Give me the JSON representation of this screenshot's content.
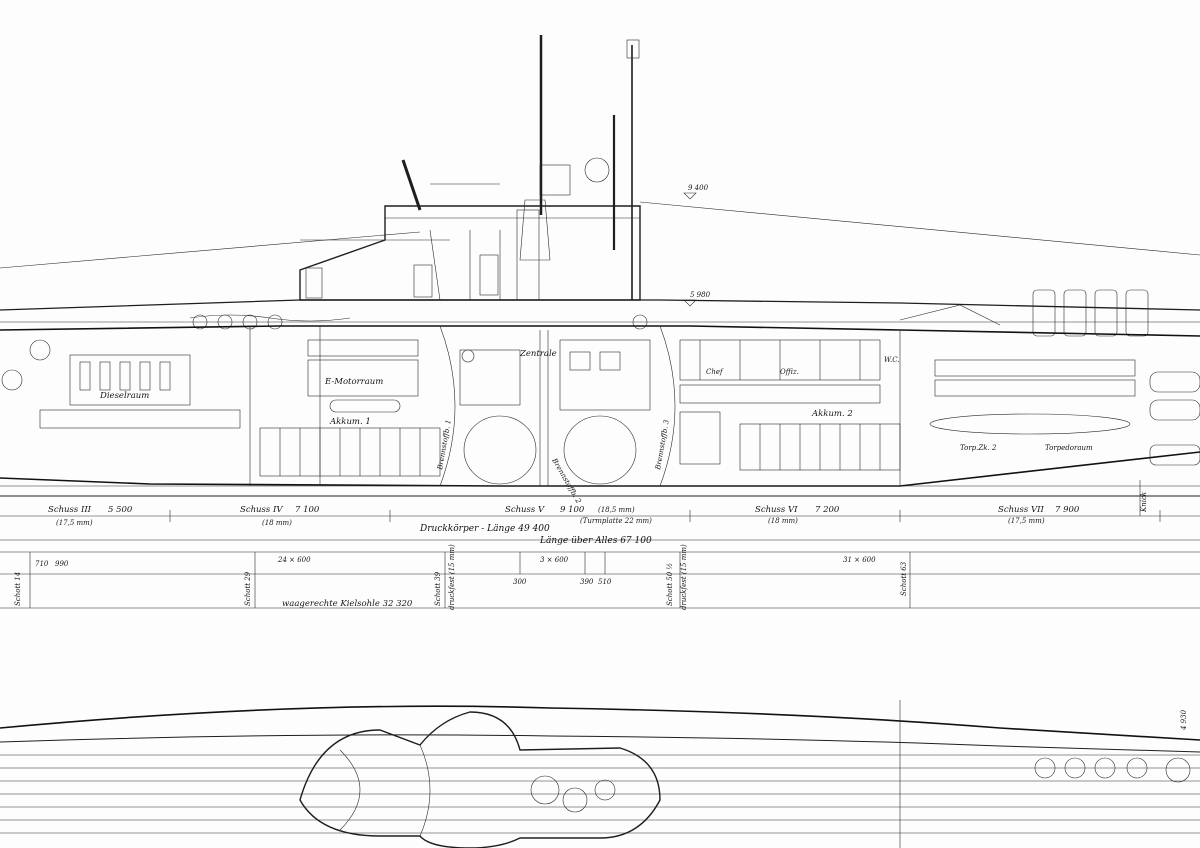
{
  "side_view": {
    "labels": {
      "dieselroom": "Dieselraum",
      "emotor": "E-Motorraum",
      "akkum1": "Akkum. 1",
      "akkum2": "Akkum. 2",
      "central": "Zentrale",
      "chief": "Chef",
      "officers": "Offiz.",
      "wc": "W.C.",
      "bunker1": "Brennstoffb. 1",
      "bunker2": "Brennstoffb. 2",
      "bunker3": "Brennstoffb. 3",
      "torp_tank": "Torp.Zk. 2",
      "torp_room": "Torpedoraum",
      "height_9400": "9 400",
      "height_5980": "5 980",
      "height_4930": "4 930"
    },
    "schuss": [
      {
        "name": "Schuss III",
        "value": "5 500",
        "thickness": "(17,5 mm)"
      },
      {
        "name": "Schuss IV",
        "value": "7 100",
        "thickness": "(18 mm)"
      },
      {
        "name": "Schuss V",
        "value": "9 100",
        "thickness": "(18,5 mm)",
        "note": "(Turmplatte 22 mm)"
      },
      {
        "name": "Schuss VI",
        "value": "7 200",
        "thickness": "(18 mm)"
      },
      {
        "name": "Schuss VII",
        "value": "7 900",
        "thickness": "(17,5 mm)"
      }
    ],
    "druckkoerper_laenge": "Druckkörper - Länge 49 400",
    "laenge_ueber_alles": "Länge über Alles 67 100",
    "dimensions": {
      "d710": "710",
      "d990": "990",
      "d24x600": "24 × 600",
      "d3x600": "3 × 600",
      "d300": "300",
      "d390": "390",
      "d510": "510",
      "d31x600": "31 × 600",
      "knick": "Knick"
    },
    "bulkheads": {
      "schott14": "Schott 14",
      "schott29": "Schott 29",
      "schott39": "Schott 39",
      "schott39_note": "druckfest (15 mm)",
      "schott50": "Schott 50 ½",
      "schott50_note": "druckfest (15 mm)",
      "schott63": "Schott 63"
    },
    "kielsohle": "waagerechte Kielsohle 32 320"
  }
}
